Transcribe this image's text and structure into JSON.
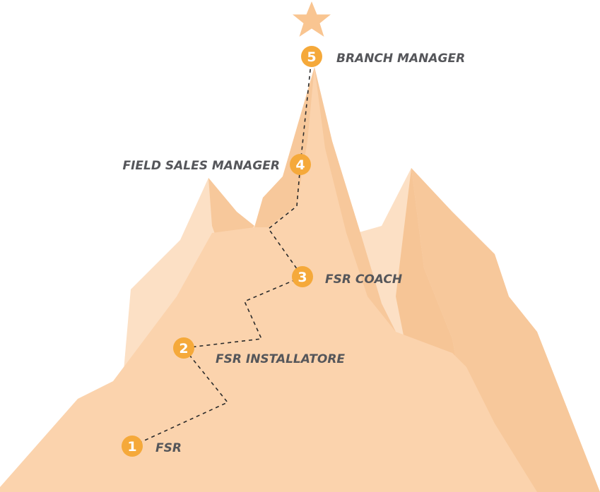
{
  "colors": {
    "mountain_main": "#fbd3ad",
    "mountain_light": "#fce0c5",
    "mountain_shade": "#f7c89b",
    "mountain_dark": "#f6c596",
    "star": "#f9c591",
    "badge": "#f5a93a",
    "label": "#55565a",
    "path": "#2b2b2b"
  },
  "icons": {
    "summit": "star-icon"
  },
  "steps": [
    {
      "number": "1",
      "label": "FSR"
    },
    {
      "number": "2",
      "label": "FSR INSTALLATORE"
    },
    {
      "number": "3",
      "label": "FSR COACH"
    },
    {
      "number": "4",
      "label": "FIELD SALES MANAGER"
    },
    {
      "number": "5",
      "label": "BRANCH MANAGER"
    }
  ]
}
